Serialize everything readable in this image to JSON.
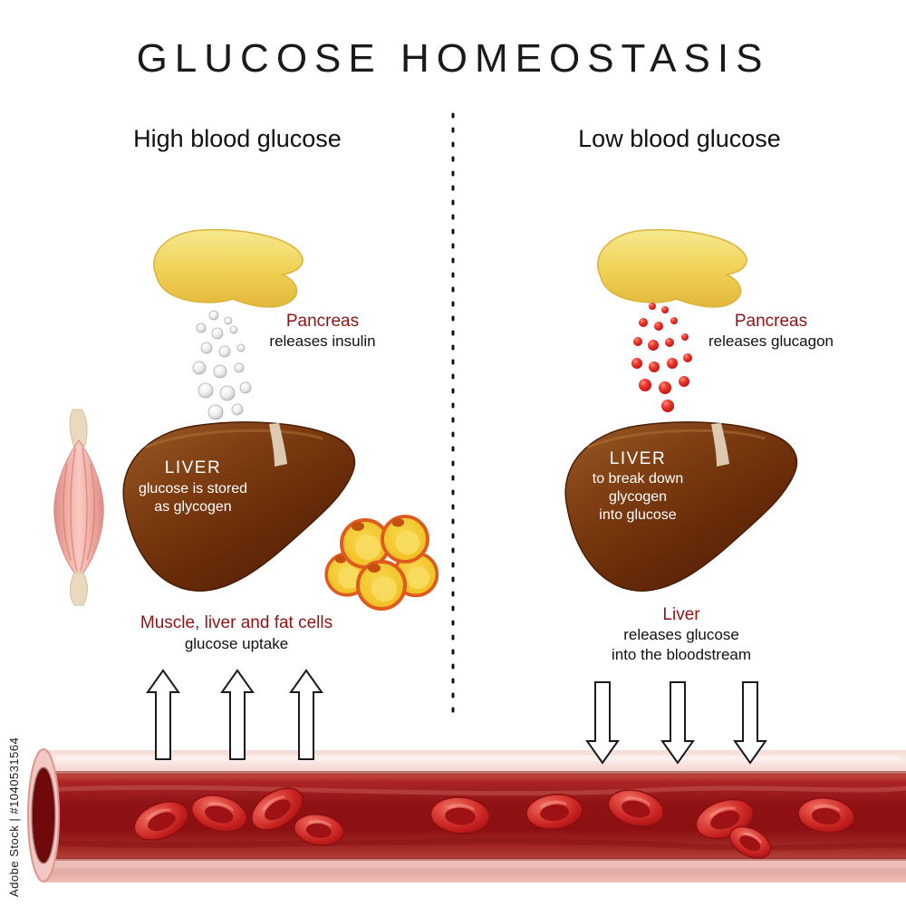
{
  "watermark": {
    "label": "Adobe Stock | #1040531564"
  },
  "title": "GLUCOSE HOMEOSTASIS",
  "left_panel": {
    "header": "High blood glucose",
    "pancreas": {
      "label": "Pancreas",
      "sublabel": "releases insulin"
    },
    "liver": {
      "line1": "LIVER",
      "line2": "glucose is stored",
      "line3": "as glycogen"
    },
    "cells": {
      "label": "Muscle, liver and fat cells",
      "sublabel": "glucose uptake"
    }
  },
  "right_panel": {
    "header": "Low blood glucose",
    "pancreas": {
      "label": "Pancreas",
      "sublabel": "releases glucagon"
    },
    "liver": {
      "line1": "LIVER",
      "line2": "to break down",
      "line3": "glycogen",
      "line4": "into glucose"
    },
    "bloodstream": {
      "label": "Liver",
      "sublabel1": "releases glucose",
      "sublabel2": "into the bloodstream"
    }
  },
  "colors": {
    "label_red": "#8e1414",
    "text_black": "#111111",
    "pancreas_yellow": "#f0d052",
    "liver_brown": "#6e3210",
    "insulin_gray": "#d9d9d9",
    "glucagon_red": "#e02020",
    "vessel_wall_pink": "#eebcb5",
    "vessel_lumen_red": "#8f1315",
    "background": "#ffffff"
  }
}
